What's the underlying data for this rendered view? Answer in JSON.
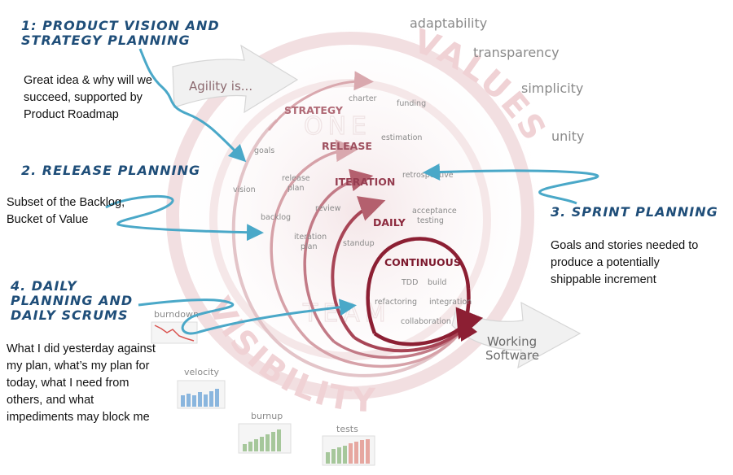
{
  "values_ring": {
    "title": "VALUES",
    "items": [
      "adaptability",
      "transparency",
      "simplicity",
      "unity"
    ],
    "visibility": "VISIBILITY",
    "one_team": [
      "ONE",
      "TEAM"
    ]
  },
  "agility_arrow": "Agility is...",
  "working_software": [
    "Working",
    "Software"
  ],
  "cycles": {
    "strategy": "STRATEGY",
    "release": "RELEASE",
    "iteration": "ITERATION",
    "daily": "DAILY",
    "continuous": "CONTINUOUS"
  },
  "activities": {
    "charter": "charter",
    "funding": "funding",
    "goals": "goals",
    "estimation": "estimation",
    "vision": "vision",
    "release_plan": [
      "release",
      "plan"
    ],
    "retrospective": "retrospective",
    "review": "review",
    "acceptance_testing": [
      "acceptance",
      "testing"
    ],
    "backlog": "backlog",
    "iteration_plan": [
      "iteration",
      "plan"
    ],
    "standup": "standup",
    "tdd": "TDD",
    "build": "build",
    "refactoring": "refactoring",
    "integration": "integration",
    "collaboration": "collaboration"
  },
  "widgets": {
    "burndown": "burndown",
    "velocity": "velocity",
    "burnup": "burnup",
    "tests": "tests"
  },
  "annotations": [
    {
      "heading": [
        "1: Product Vision and",
        "Strategy Planning"
      ],
      "text": [
        "Great idea & why will we",
        "succeed, supported by",
        "Product Roadmap"
      ]
    },
    {
      "heading": [
        "2. Release Planning"
      ],
      "text": [
        "Subset of the Backlog,",
        "Bucket of Value"
      ]
    },
    {
      "heading": [
        "3. Sprint Planning"
      ],
      "text": [
        "Goals and stories needed to",
        "produce a potentially",
        "shippable increment"
      ]
    },
    {
      "heading": [
        "4. Daily",
        "Planning and",
        "Daily Scrums"
      ],
      "text": [
        "What I did yesterday against",
        "my plan, what’s my plan for",
        "today, what I need from",
        "others, and what",
        "impediments may block me"
      ]
    }
  ],
  "colors": {
    "heading": "#1f4e79",
    "callout_arrow": "#4aa8c8",
    "values_text": "#c98a8f",
    "cycle_dark": "#8c1f33",
    "cycle_mid": "#b4606e",
    "cycle_light": "#d9a8ae",
    "chart_bar": "#8ab6de",
    "chart_bar_green": "#a6c79b",
    "chart_bar_red": "#e6a7a0"
  }
}
